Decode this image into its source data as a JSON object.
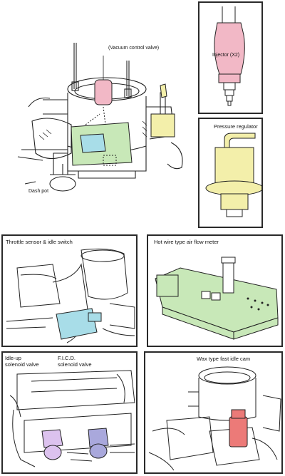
{
  "main": {
    "vacuum_label": "(Vacuum control valve)",
    "dashpot_label": "Dash pot"
  },
  "panels": {
    "injector": {
      "label": "Injector (X2)"
    },
    "pressure_regulator": {
      "title": "Pressure regulator"
    },
    "throttle_sensor": {
      "title": "Throttle sensor & idle switch"
    },
    "air_flow_meter": {
      "title": "Hot wire type air flow meter"
    },
    "idle_up": {
      "title_line1": "Idle-up",
      "title_line2": "solenoid valve"
    },
    "ficd": {
      "title_line1": "F.I.C.D.",
      "title_line2": "solenoid valve"
    },
    "fast_idle": {
      "title": "Wax type fast idle cam"
    }
  },
  "colors": {
    "pink": "#f2b8c6",
    "green": "#c8e8b8",
    "yellow": "#f3efaa",
    "cyan": "#a8dde8",
    "lavender": "#dcc2ee",
    "violet": "#a9a8dc",
    "red": "#ec7a78",
    "line": "#222222"
  }
}
